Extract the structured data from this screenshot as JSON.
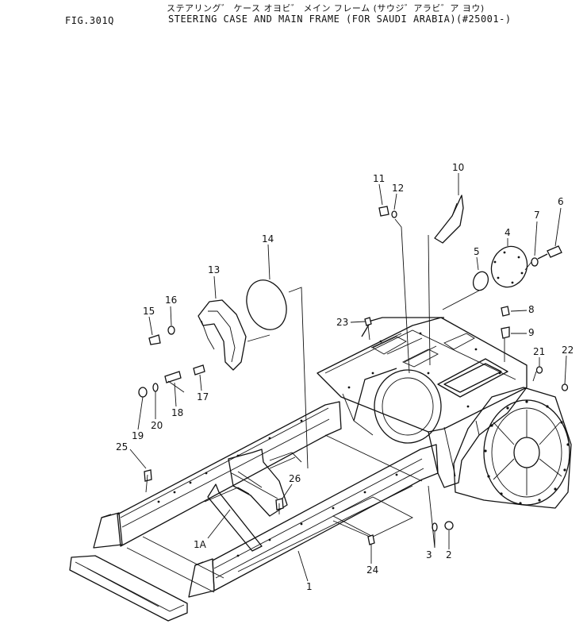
{
  "header": {
    "japanese_title": "ステアリング゛ ケース オヨビ゛ メイン フレーム (サウジ゛アラビ゛ア ヨウ)",
    "figure_number": "FIG.301Q",
    "title": "STEERING CASE AND MAIN FRAME (FOR SAUDI ARABIA)(#25001-)"
  },
  "part_labels": [
    "1",
    "1A",
    "2",
    "3",
    "4",
    "5",
    "6",
    "7",
    "8",
    "9",
    "10",
    "11",
    "12",
    "13",
    "14",
    "15",
    "16",
    "17",
    "18",
    "19",
    "20",
    "21",
    "22",
    "23",
    "24",
    "25",
    "26"
  ]
}
